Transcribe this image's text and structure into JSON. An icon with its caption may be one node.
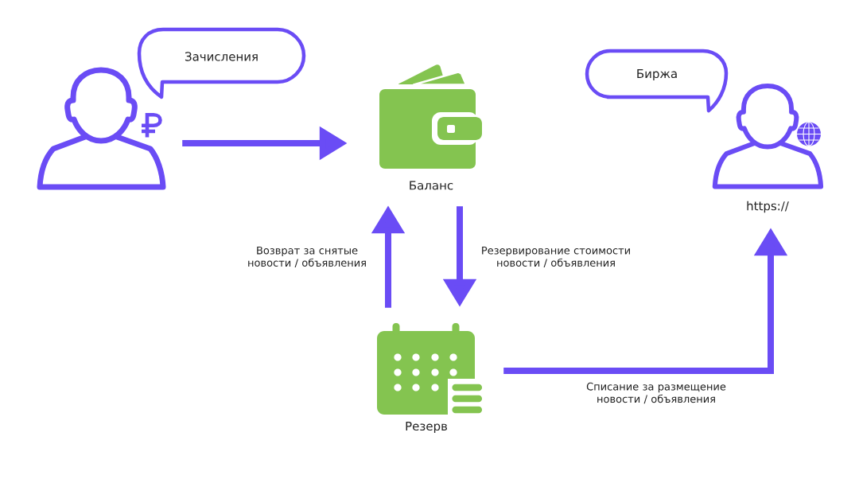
{
  "diagram": {
    "nodes": [
      {
        "text": [
          "Зачисления"
        ]
      },
      {
        "text": [],
        "shape": "person"
      },
      {
        "text": [],
        "shape": "picture",
        "beside": [
          "Баланс"
        ]
      },
      {
        "text": [
          "Биржа"
        ]
      },
      {
        "text": [],
        "shape": "person",
        "beside": [
          "https://"
        ]
      },
      {
        "text": [],
        "shape": "picture",
        "beside": [
          "Резерв"
        ]
      }
    ],
    "edges": [
      {
        "from": 1,
        "to": 2,
        "arrow": "to"
      },
      {
        "from": 5,
        "to": 2,
        "arrow": "to",
        "label": "Возврат за снятые новости / объявления"
      },
      {
        "from": 2,
        "to": 5,
        "arrow": "to",
        "label": "Резервирование стоимости новости / объявления"
      },
      {
        "from": 5,
        "to": 4,
        "arrow": "to",
        "label": "Списание за размещение новости / объявления"
      }
    ]
  }
}
